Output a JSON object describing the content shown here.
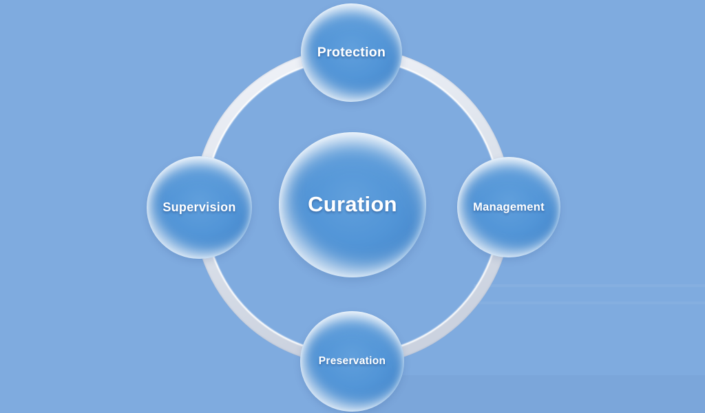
{
  "diagram": {
    "type": "hub-and-spoke-cycle",
    "center": {
      "label": "Curation"
    },
    "satellites": {
      "top": {
        "label": "Protection"
      },
      "right": {
        "label": "Management"
      },
      "bottom": {
        "label": "Preservation"
      },
      "left": {
        "label": "Supervision"
      }
    },
    "colors": {
      "background": "#7FABDF",
      "sphere_body": "#4A8DCF",
      "sphere_highlight": "#FFFFFF",
      "ring_light": "#F0F3F8",
      "ring_dark": "#C9D0DD",
      "label_text": "#FFFFFF"
    }
  }
}
